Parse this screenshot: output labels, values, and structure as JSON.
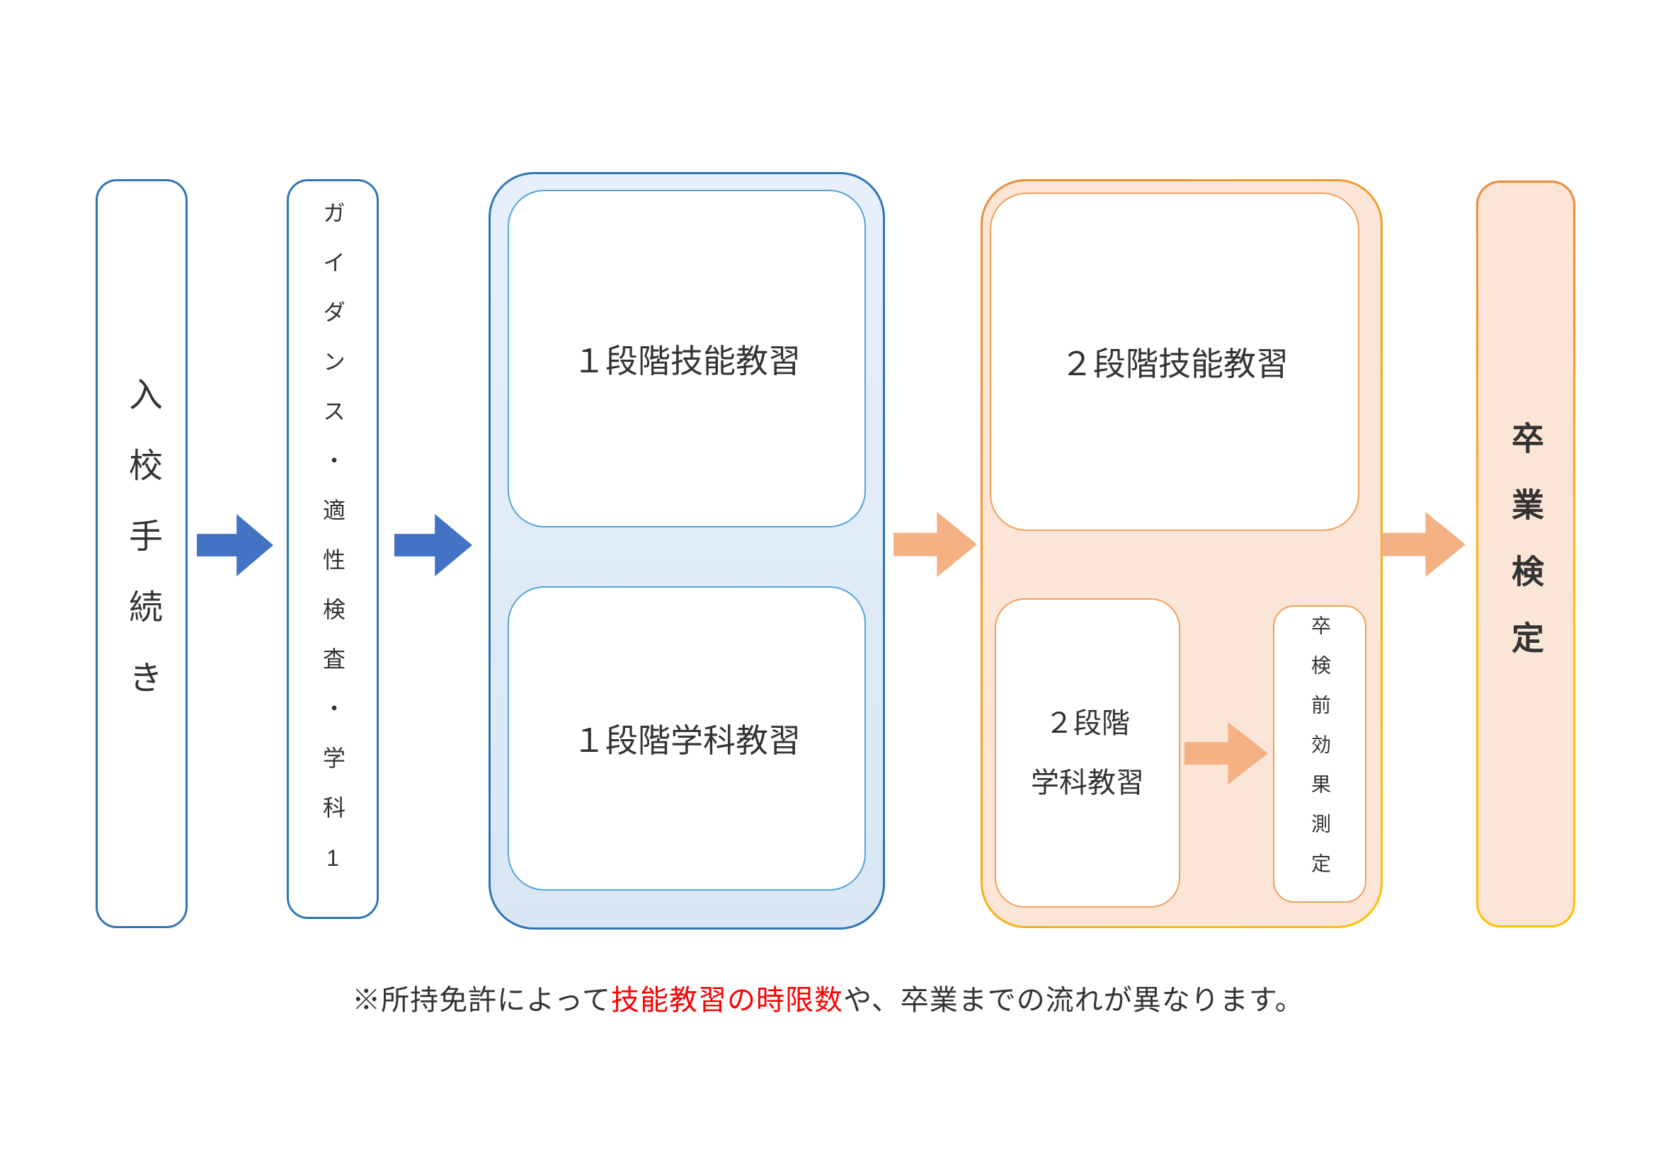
{
  "colors": {
    "blue_border": "#2E75B6",
    "blue_inner_border": "#54A3DC",
    "blue_arrow": "#4472C4",
    "blue_fill": "#D9E7F5",
    "blue_fill_light": "#E7F0FA",
    "orange_border_start": "#EC8B3E",
    "orange_border_end": "#FFC000",
    "orange_inner_border": "#F0A05A",
    "orange_arrow": "#F4B183",
    "orange_fill": "#FBE5D6",
    "text": "#333333",
    "red": "#FF0000"
  },
  "nodes": {
    "entry": "入校手続き",
    "guidance": "ガイダンス・適性検査・学科1",
    "stage1_skill": "１段階技能教習",
    "stage1_class": "１段階学科教習",
    "stage2_skill": "２段階技能教習",
    "stage2_class_line1": "２段階",
    "stage2_class_line2": "学科教習",
    "pretest": "卒検前効果測定",
    "graduation": "卒業検定"
  },
  "note": {
    "prefix": "※所持免許によって",
    "highlight": "技能教習の時限数",
    "suffix": "や、卒業までの流れが異なります。"
  }
}
